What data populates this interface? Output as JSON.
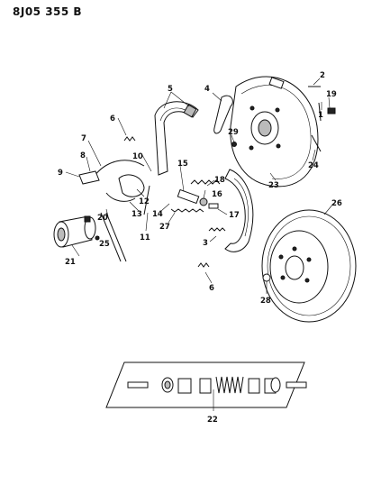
{
  "document_id": "8J05 355 B",
  "callouts": [
    {
      "id": "c1",
      "label": "1"
    },
    {
      "id": "c2",
      "label": "2"
    },
    {
      "id": "c3",
      "label": "3"
    },
    {
      "id": "c4",
      "label": "4"
    },
    {
      "id": "c5",
      "label": "5"
    },
    {
      "id": "c6a",
      "label": "6"
    },
    {
      "id": "c6b",
      "label": "6"
    },
    {
      "id": "c7",
      "label": "7"
    },
    {
      "id": "c8",
      "label": "8"
    },
    {
      "id": "c9",
      "label": "9"
    },
    {
      "id": "c10",
      "label": "10"
    },
    {
      "id": "c11",
      "label": "11"
    },
    {
      "id": "c12",
      "label": "12"
    },
    {
      "id": "c13",
      "label": "13"
    },
    {
      "id": "c14",
      "label": "14"
    },
    {
      "id": "c15",
      "label": "15"
    },
    {
      "id": "c16",
      "label": "16"
    },
    {
      "id": "c17",
      "label": "17"
    },
    {
      "id": "c18",
      "label": "18"
    },
    {
      "id": "c19",
      "label": "19"
    },
    {
      "id": "c20",
      "label": "20"
    },
    {
      "id": "c21",
      "label": "21"
    },
    {
      "id": "c22",
      "label": "22"
    },
    {
      "id": "c23",
      "label": "23"
    },
    {
      "id": "c24",
      "label": "24"
    },
    {
      "id": "c25",
      "label": "25"
    },
    {
      "id": "c26",
      "label": "26"
    },
    {
      "id": "c27",
      "label": "27"
    },
    {
      "id": "c28",
      "label": "28"
    },
    {
      "id": "c29",
      "label": "29"
    }
  ]
}
